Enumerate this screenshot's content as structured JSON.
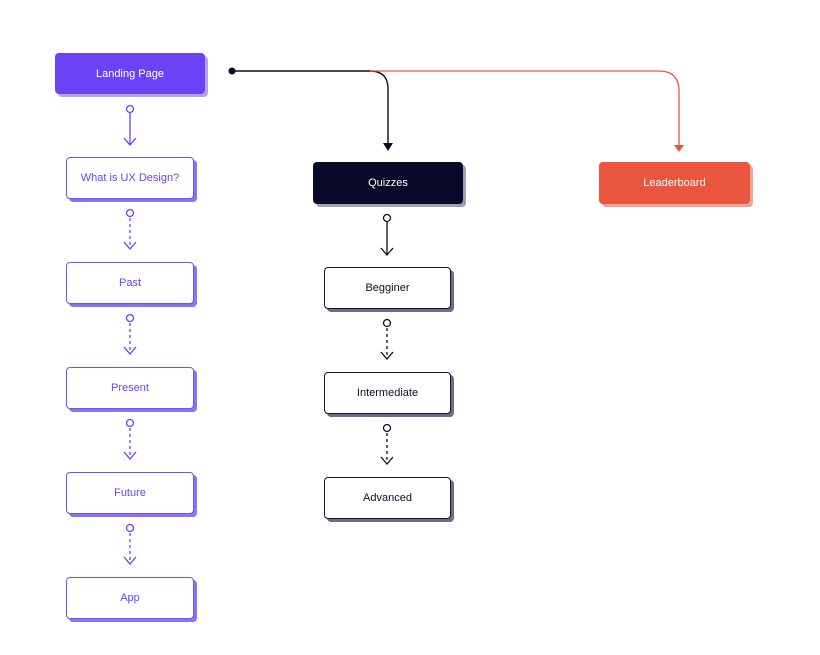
{
  "nodes": {
    "landing_page": "Landing Page",
    "what_is_ux": "What is UX Design?",
    "past": "Past",
    "present": "Present",
    "future": "Future",
    "app": "App",
    "quizzes": "Quizzes",
    "beginner": "Begginer",
    "intermediate": "Intermediate",
    "advanced": "Advanced",
    "leaderboard": "Leaderboard"
  },
  "colors": {
    "purple": "#6943f5",
    "navy": "#090a2a",
    "coral": "#e9553f",
    "white": "#ffffff"
  },
  "edges": [
    {
      "from": "Landing Page",
      "to": "What is UX Design?",
      "style": "solid"
    },
    {
      "from": "What is UX Design?",
      "to": "Past",
      "style": "dashed"
    },
    {
      "from": "Past",
      "to": "Present",
      "style": "dashed"
    },
    {
      "from": "Present",
      "to": "Future",
      "style": "dashed"
    },
    {
      "from": "Future",
      "to": "App",
      "style": "dashed"
    },
    {
      "from": "Landing Page",
      "to": "Quizzes",
      "style": "solid"
    },
    {
      "from": "Landing Page",
      "to": "Leaderboard",
      "style": "solid"
    },
    {
      "from": "Quizzes",
      "to": "Begginer",
      "style": "solid"
    },
    {
      "from": "Begginer",
      "to": "Intermediate",
      "style": "dashed"
    },
    {
      "from": "Intermediate",
      "to": "Advanced",
      "style": "dashed"
    }
  ]
}
